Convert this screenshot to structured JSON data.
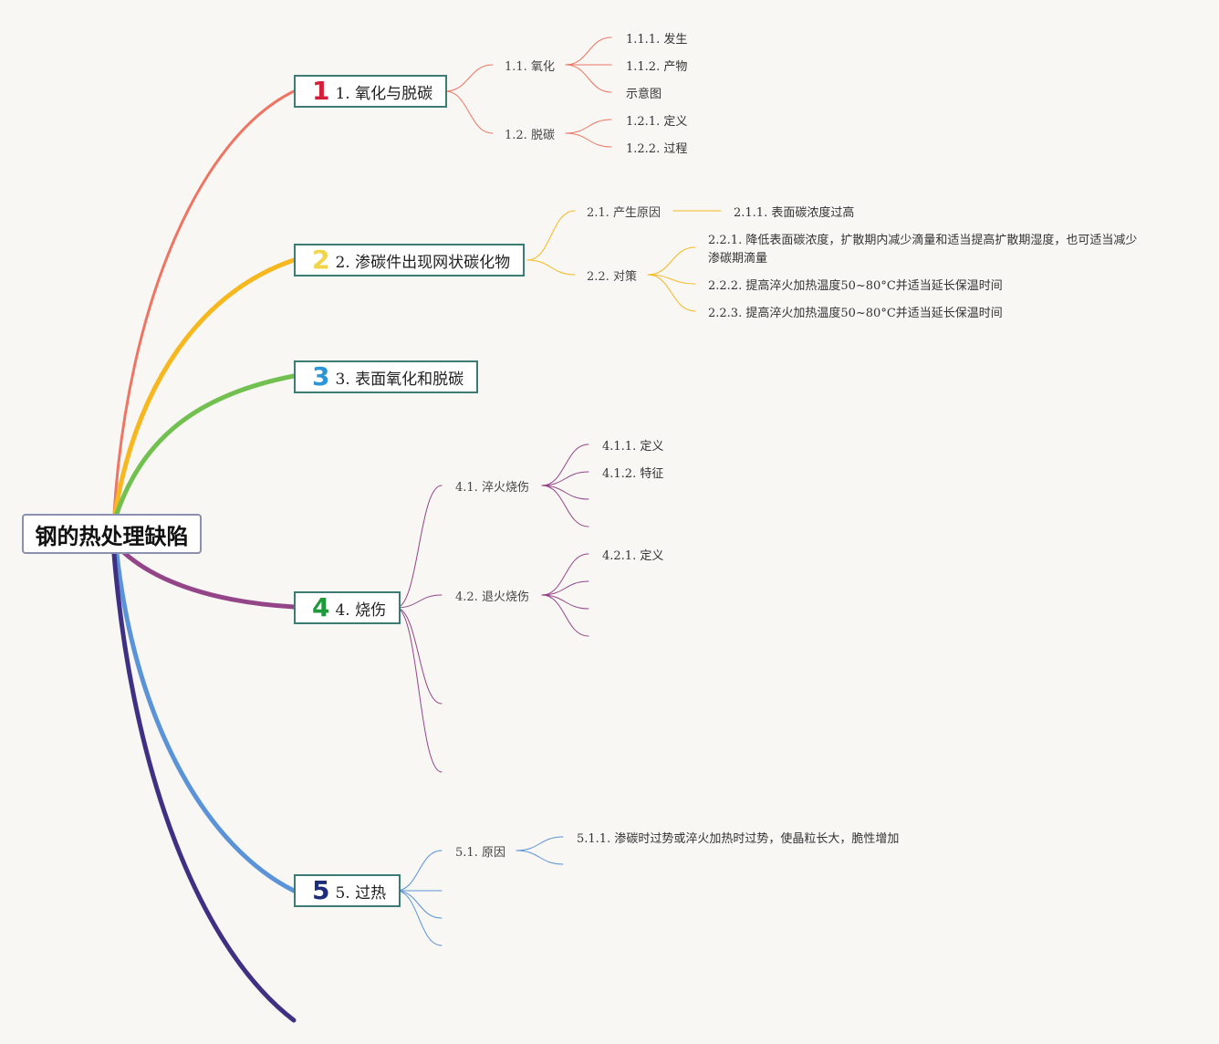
{
  "root": "钢的热处理缺陷",
  "colors": {
    "branch1": "#ee7563",
    "branch2": "#f6b81e",
    "branch3": "#72c150",
    "branch4": "#944588",
    "branch5": "#5b93d8",
    "branch6": "#3e3183"
  },
  "branches": [
    {
      "badge": "1",
      "label": "1. 氧化与脱碳",
      "children": [
        {
          "label": "1.1. 氧化",
          "children": [
            "1.1.1. 发生",
            "1.1.2. 产物",
            "示意图"
          ]
        },
        {
          "label": "1.2. 脱碳",
          "children": [
            "1.2.1. 定义",
            "1.2.2. 过程"
          ]
        }
      ]
    },
    {
      "badge": "2",
      "label": "2. 渗碳件出现网状碳化物",
      "children": [
        {
          "label": "2.1. 产生原因",
          "children": [
            "2.1.1. 表面碳浓度过高"
          ]
        },
        {
          "label": "2.2. 对策",
          "children": [
            "2.2.1. 降低表面碳浓度，扩散期内减少滴量和适当提高扩散期湿度，也可适当减少",
            "渗碳期滴量",
            "2.2.2. 提高淬火加热温度50~80°C并适当延长保温时间",
            "2.2.3. 提高淬火加热温度50~80°C并适当延长保温时间"
          ]
        }
      ]
    },
    {
      "badge": "3",
      "label": "3. 表面氧化和脱碳",
      "children": []
    },
    {
      "badge": "4",
      "label": "4. 烧伤",
      "children": [
        {
          "label": "4.1. 淬火烧伤",
          "children": [
            "4.1.1. 定义",
            "4.1.2. 特征"
          ]
        },
        {
          "label": "4.2. 退火烧伤",
          "children": [
            "4.2.1. 定义"
          ]
        }
      ]
    },
    {
      "badge": "5",
      "label": "5. 过热",
      "children": [
        {
          "label": "5.1. 原因",
          "children": [
            "5.1.1. 渗碳时过势或淬火加热时过势，使晶粒长大，脆性增加"
          ]
        }
      ]
    }
  ]
}
